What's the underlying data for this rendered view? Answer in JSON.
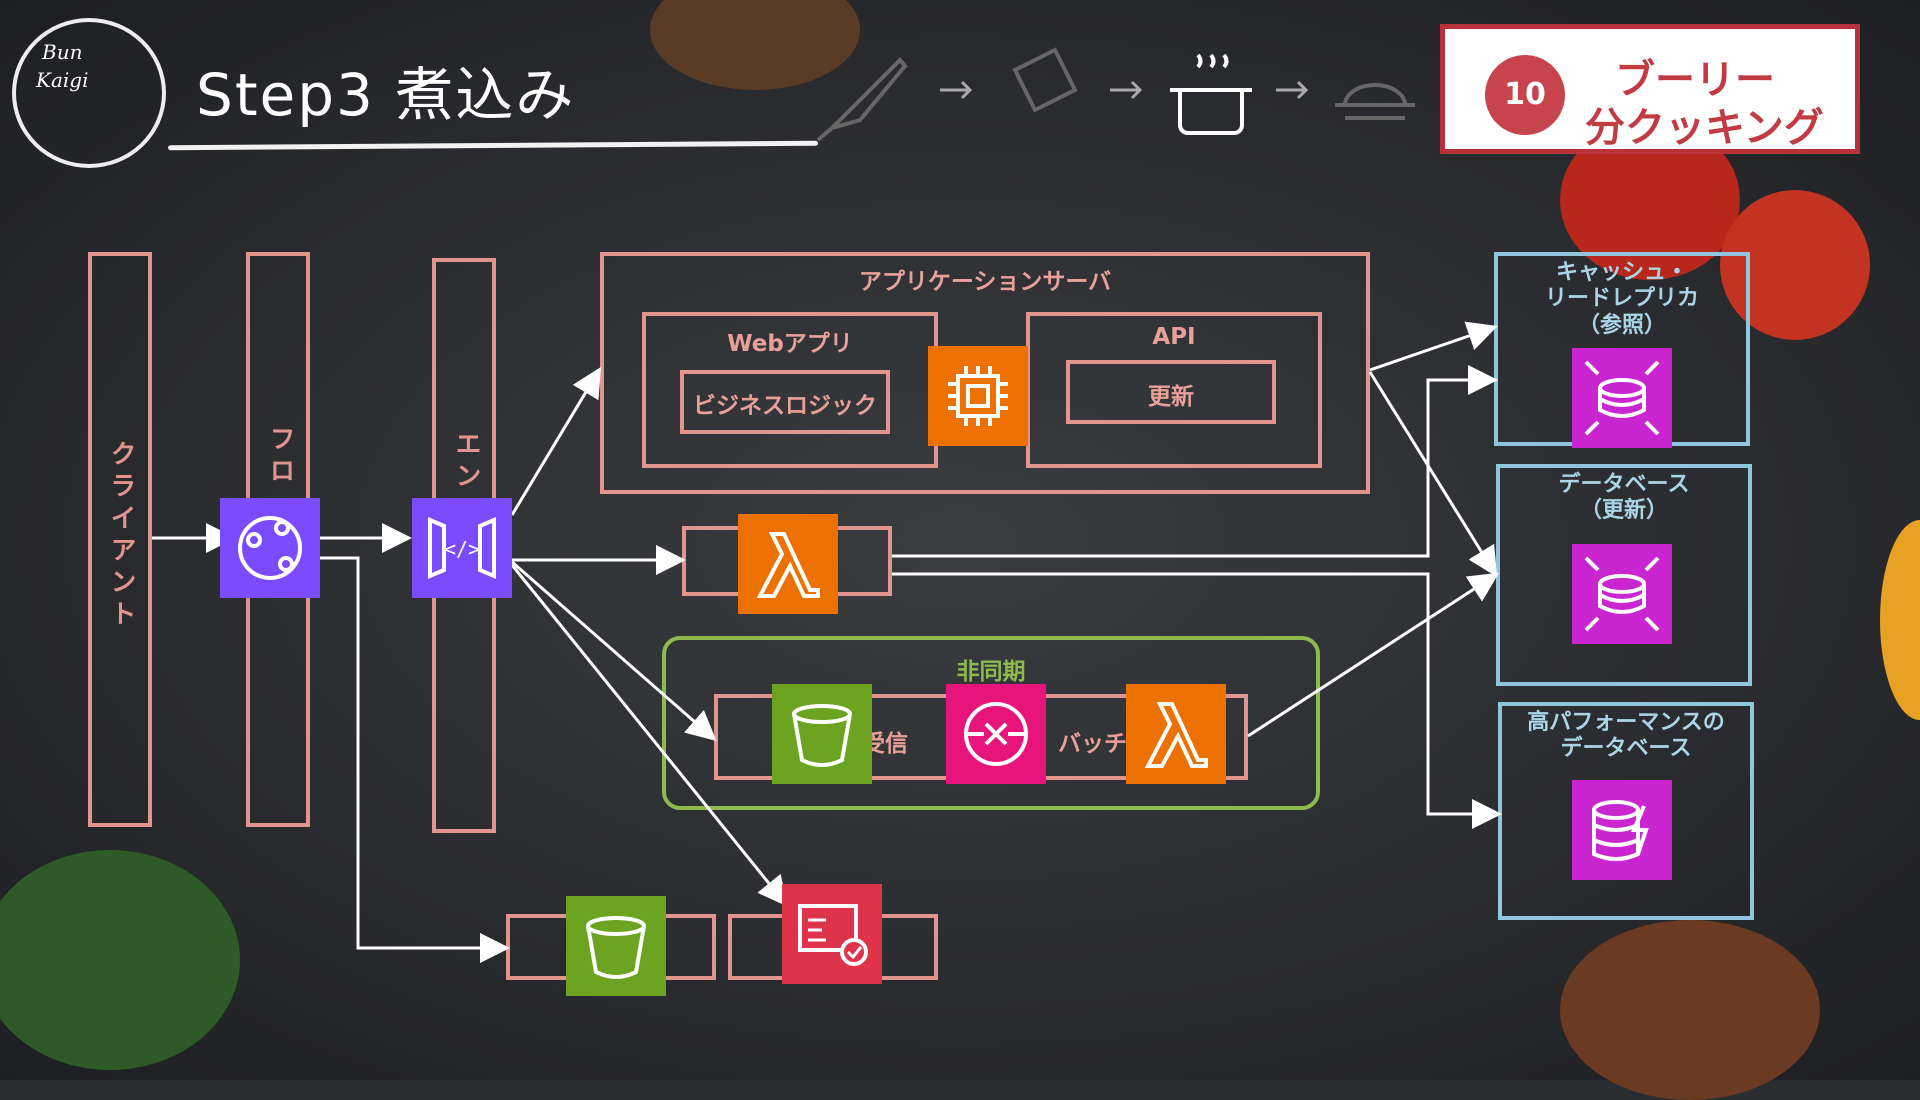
{
  "page": {
    "title": "Step3  煮込み"
  },
  "logo": {
    "line1": "Bun",
    "line2": "Kaigi"
  },
  "badge": {
    "number": "10",
    "line1": "ブーリー",
    "line2": "分クッキング"
  },
  "columns": {
    "client": "クライアント",
    "frontend": "フロ     ンド",
    "endpoint": "エン     ント"
  },
  "app_server": {
    "title": "アプリケーションサーバ",
    "web": {
      "title": "Webアプリ",
      "inner": "ビジネスロジック"
    },
    "api": {
      "title": "API",
      "inner": "更新"
    }
  },
  "async": {
    "title": "非同期",
    "receive": "受信",
    "batch": "バッチ"
  },
  "right": {
    "cache": "キャッシュ・\nリードレプリカ\n（参照）",
    "db_update": "データベース\n（更新）",
    "high_perf": "高パフォーマンスの\nデータベース"
  },
  "colors": {
    "pink": "#e2958f",
    "blue": "#8fc6dd",
    "green": "#8dbb4e",
    "purple": "#7b4cff",
    "orange": "#ed7100",
    "s3green": "#6ca421",
    "magenta": "#e7157b",
    "dbviolet": "#c925d1",
    "red": "#dd344c"
  },
  "icons": [
    "cloudfront-icon",
    "api-gateway-icon",
    "ec2-icon",
    "lambda-icon",
    "s3-icon",
    "sqs-icon",
    "lambda-icon",
    "s3-icon",
    "cognito-icon",
    "rds-icon",
    "rds-icon",
    "dynamodb-icon",
    "knife-icon",
    "cutting-icon",
    "pot-icon",
    "dish-icon"
  ]
}
